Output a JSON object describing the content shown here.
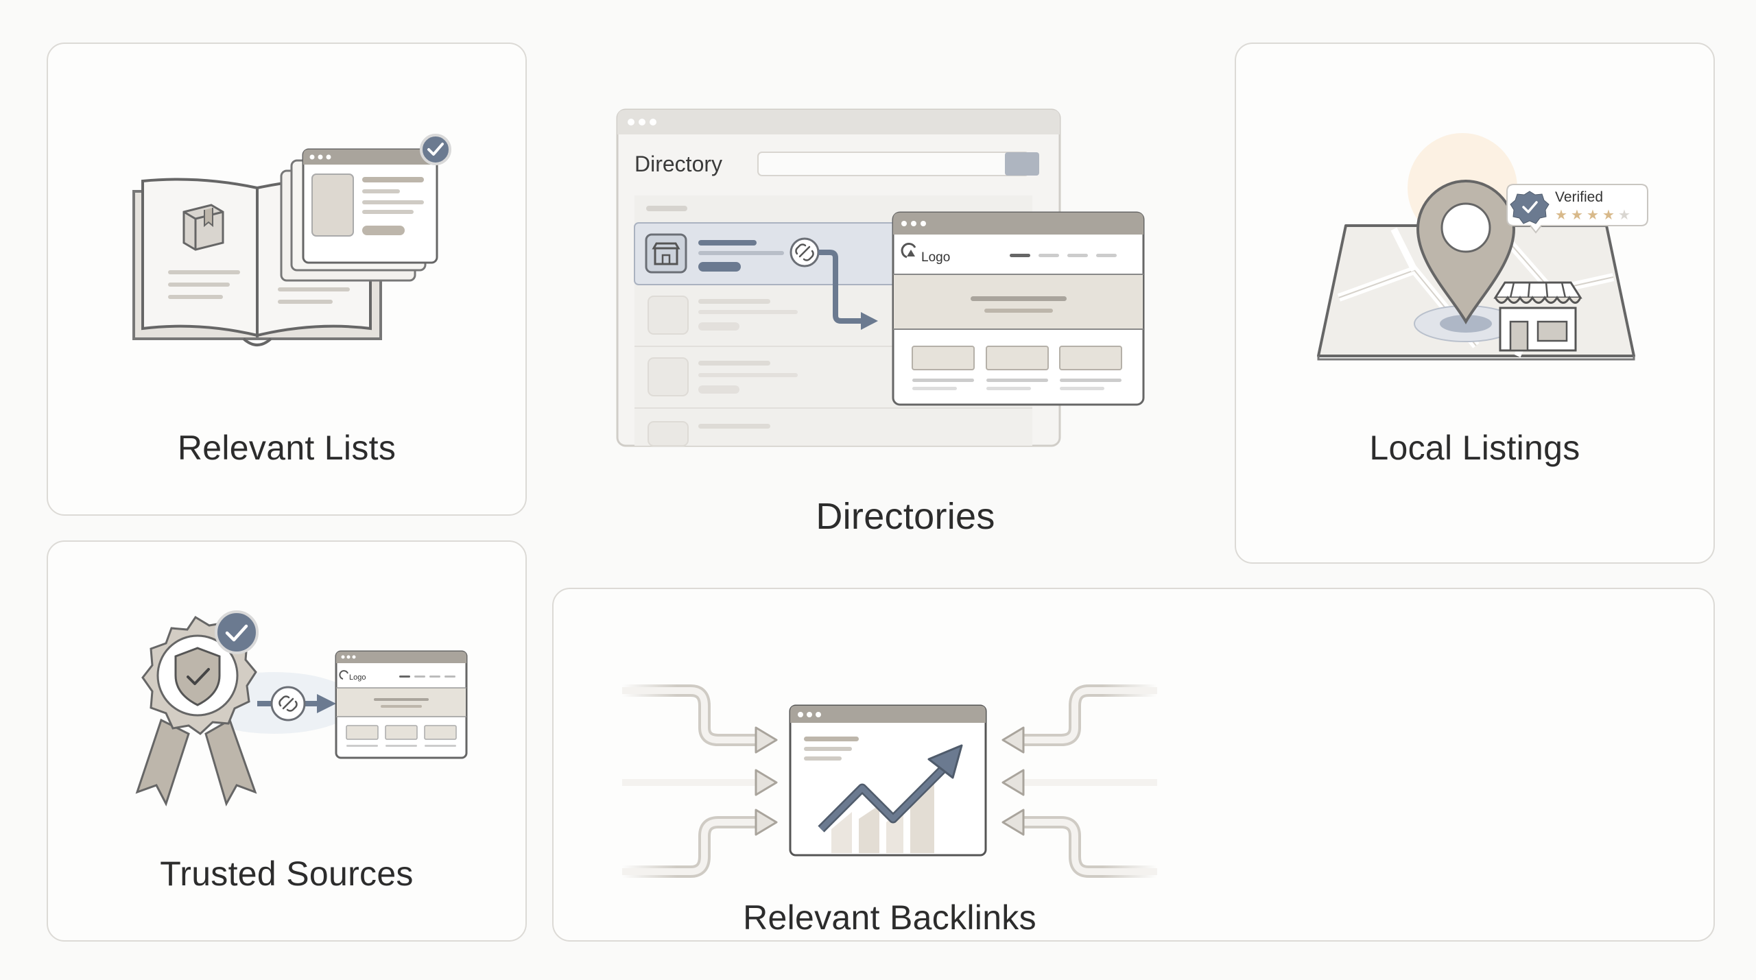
{
  "cards": {
    "relevant_lists": {
      "label": "Relevant Lists"
    },
    "directories": {
      "label": "Directories",
      "search_label": "Directory",
      "logo_text": "Logo"
    },
    "local_listings": {
      "label": "Local Listings",
      "badge_text": "Verified",
      "rating_stars": 4,
      "rating_max": 5
    },
    "trusted_sources": {
      "label": "Trusted Sources",
      "logo_text": "Logo"
    },
    "relevant_backlinks": {
      "label": "Relevant Backlinks"
    }
  },
  "colors": {
    "card_border": "#dcdad6",
    "ink": "#2c2c2c",
    "accent_slate": "#6b7a90",
    "neutral_stone": "#bdb6ab",
    "star_gold": "#d8b98a"
  },
  "icons": [
    "book-icon",
    "check-badge-icon",
    "store-icon",
    "link-icon",
    "map-pin-icon",
    "award-ribbon-icon",
    "shield-check-icon",
    "trend-arrow-icon"
  ]
}
